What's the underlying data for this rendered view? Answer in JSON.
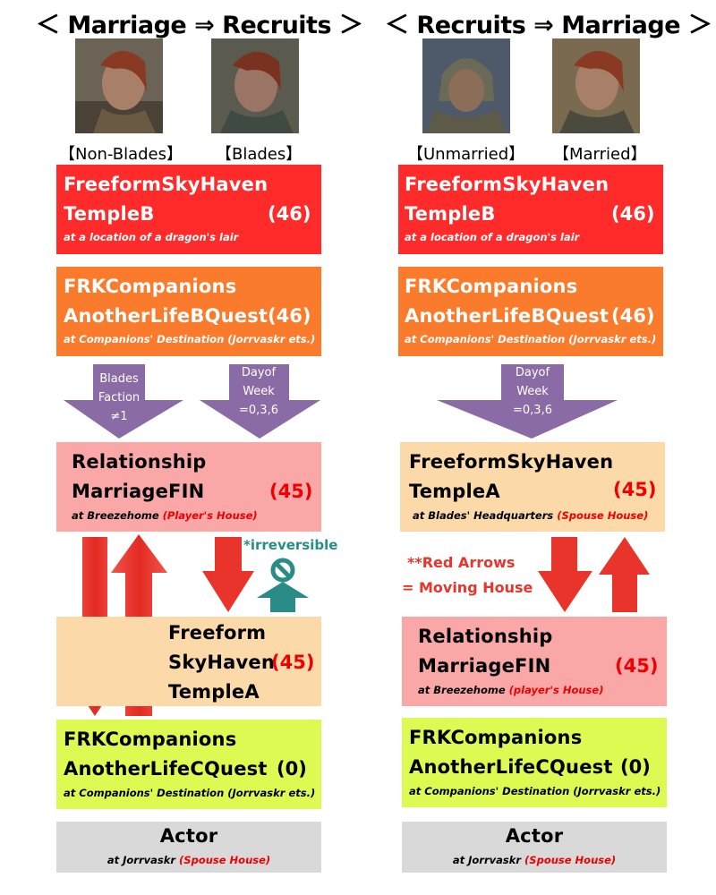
{
  "left": {
    "title": "＜ Marriage ⇒ Recruits ＞",
    "portraits": [
      {
        "caption": "【Non-Blades】",
        "icon": "woman-portrait-icon"
      },
      {
        "caption": "【Blades】",
        "icon": "woman-portrait-icon"
      }
    ],
    "box1": {
      "line1": "FreeformSkyHaven",
      "line2": "TempleB",
      "num": "(46)",
      "sub": "at a location of a dragon's lair"
    },
    "box2": {
      "line1": "FRKCompanions",
      "line2": "AnotherLifeBQuest",
      "num": "(46)",
      "sub": "at Companions' Destination (Jorrvaskr ets.)"
    },
    "arrow1": {
      "l1": "Blades",
      "l2": "Faction",
      "l3": "≠1"
    },
    "arrow2": {
      "l1": "Dayof",
      "l2": "Week",
      "l3": "=0,3,6"
    },
    "box3": {
      "line1": "Relationship",
      "line2": "MarriageFIN",
      "num": "(45)",
      "sub_prefix": "at Breezehome ",
      "sub_highlight": "(Player's House)"
    },
    "note": "*irreversible",
    "box4": {
      "line1": "Freeform",
      "line2": "SkyHaven",
      "line3": "TempleA",
      "num": "(45)"
    },
    "box5": {
      "line1": "FRKCompanions",
      "line2": "AnotherLifeCQuest",
      "num": "(0)",
      "sub": "at Companions' Destination (Jorrvaskr ets.)"
    },
    "box6": {
      "line1": "Actor",
      "sub_prefix": "at Jorrvaskr ",
      "sub_highlight": "(Spouse House)"
    }
  },
  "right": {
    "title": "＜ Recruits ⇒ Marriage ＞",
    "portraits": [
      {
        "caption": "【Unmarried】",
        "icon": "armored-man-portrait-icon"
      },
      {
        "caption": "【Married】",
        "icon": "woman-portrait-icon"
      }
    ],
    "box1": {
      "line1": "FreeformSkyHaven",
      "line2": "TempleB",
      "num": "(46)",
      "sub": "at a location of a dragon's lair"
    },
    "box2": {
      "line1": "FRKCompanions",
      "line2": "AnotherLifeBQuest",
      "num": "(46)",
      "sub": "at Companions' Destination (Jorrvaskr ets.)"
    },
    "arrow1": {
      "l1": "Dayof",
      "l2": "Week",
      "l3": "=0,3,6"
    },
    "box3": {
      "line1": "FreeformSkyHaven",
      "line2": "TempleA",
      "num": "(45)",
      "sub_prefix": "at Blades' Headquarters ",
      "sub_highlight": "(Spouse House)"
    },
    "note1": "**Red Arrows",
    "note2": "= Moving House",
    "box4": {
      "line1": "Relationship",
      "line2": "MarriageFIN",
      "num": "(45)",
      "sub_prefix": "at Breezehome ",
      "sub_highlight": "(player's House)"
    },
    "box5": {
      "line1": "FRKCompanions",
      "line2": "AnotherLifeCQuest",
      "num": "(0)",
      "sub": "at Companions' Destination (Jorrvaskr ets.)"
    },
    "box6": {
      "line1": "Actor",
      "sub_prefix": "at Jorrvaskr ",
      "sub_highlight": "(Spouse House)"
    }
  },
  "colors": {
    "red_box": "#ff2a2a",
    "orange_box": "#fb7b2d",
    "pink_box": "#f9a7a7",
    "peach_box": "#fcd9a8",
    "lime_box": "#dcfa52",
    "grey_box": "#d9d9d9",
    "purple_arrow": "#8a6ba6",
    "red_arrow": "#e8342a",
    "teal_arrow": "#2a8c86"
  }
}
